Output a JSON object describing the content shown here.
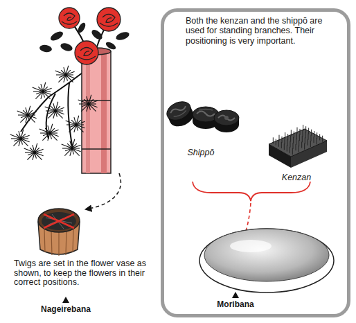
{
  "diagram": {
    "nodes": [
      {
        "text": [
          "Both the kenzan and the shippō are used for standing branches. Their positioning is very important.",
          "Moribana"
        ]
      }
    ],
    "labels": [
      "Shippō",
      "Kenzan",
      "Twigs are set in the flower vase as shown, to keep the flowers in their correct positions.",
      "Nageirebana"
    ]
  }
}
